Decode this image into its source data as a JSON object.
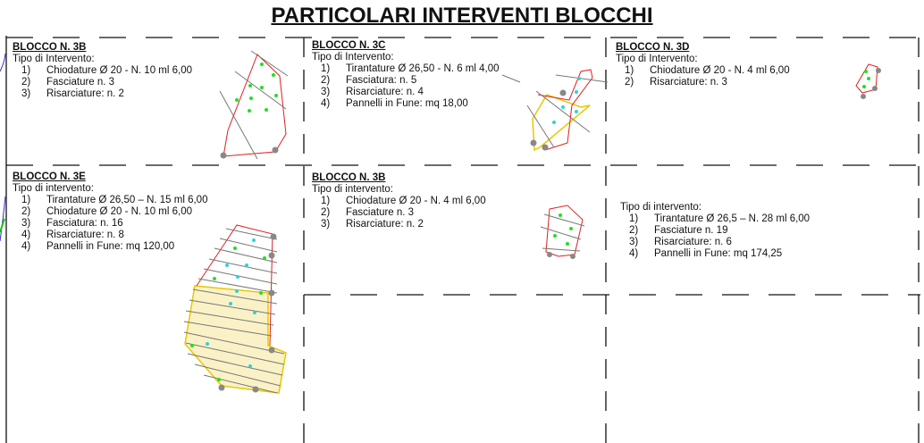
{
  "title": "PARTICOLARI INTERVENTI BLOCCHI",
  "blocks": [
    {
      "heading": "BLOCCO N. 3B",
      "type_label": "Tipo di Intervento:",
      "items": [
        {
          "n": "1)",
          "text": "Chiodature Ø 20 - N. 10 ml 6,00"
        },
        {
          "n": "2)",
          "text": "Fasciature n. 3"
        },
        {
          "n": "3)",
          "text": "Risarciature: n. 2"
        }
      ]
    },
    {
      "heading": "BLOCCO N. 3C",
      "type_label": "Tipo di Intervento:",
      "items": [
        {
          "n": "1)",
          "text": "Tirantature Ø 26,50 - N. 6 ml 4,00"
        },
        {
          "n": "2)",
          "text": "Fasciatura: n. 5"
        },
        {
          "n": "3)",
          "text": "Risarciature: n. 4"
        },
        {
          "n": "4)",
          "text": "Pannelli in Fune: mq 18,00"
        }
      ]
    },
    {
      "heading": "BLOCCO N. 3D",
      "type_label": "Tipo di Intervento:",
      "items": [
        {
          "n": "1)",
          "text": "Chiodature Ø 20 - N. 4 ml 6,00"
        },
        {
          "n": "2)",
          "text": "Risarciature: n. 3"
        }
      ]
    },
    {
      "heading": "BLOCCO N. 3E",
      "type_label": "Tipo di intervento:",
      "items": [
        {
          "n": "1)",
          "text": "Tirantature Ø 26,50 – N. 15 ml 6,00"
        },
        {
          "n": "2)",
          "text": "Chiodature Ø 20 - N. 10 ml 6,00"
        },
        {
          "n": "3)",
          "text": "Fasciatura: n. 16"
        },
        {
          "n": "4)",
          "text": "Risarciature: n. 8"
        },
        {
          "n": "4)",
          "text": "Pannelli in Fune: mq 120,00"
        }
      ]
    },
    {
      "heading": "BLOCCO N. 3B",
      "type_label": "Tipo di intervento:",
      "items": [
        {
          "n": "1)",
          "text": "Chiodature Ø 20 - N. 4 ml 6,00"
        },
        {
          "n": "2)",
          "text": "Fasciature n. 3"
        },
        {
          "n": "3)",
          "text": "Risarciature: n. 2"
        }
      ]
    },
    {
      "type_label": "Tipo di intervento:",
      "items": [
        {
          "n": "1)",
          "text": "Tirantature Ø 26,5 – N. 28 ml 6,00"
        },
        {
          "n": "2)",
          "text": "Fasciature n. 19"
        },
        {
          "n": "3)",
          "text": "Risarciature: n. 6"
        },
        {
          "n": "4)",
          "text": "Pannelli in Fune: mq 174,25"
        }
      ]
    }
  ],
  "colors": {
    "outline": "#e02020",
    "anchor": "#20e020",
    "tie": "#30d0e0",
    "panel": "#e8c800",
    "bolt": "#888888"
  }
}
